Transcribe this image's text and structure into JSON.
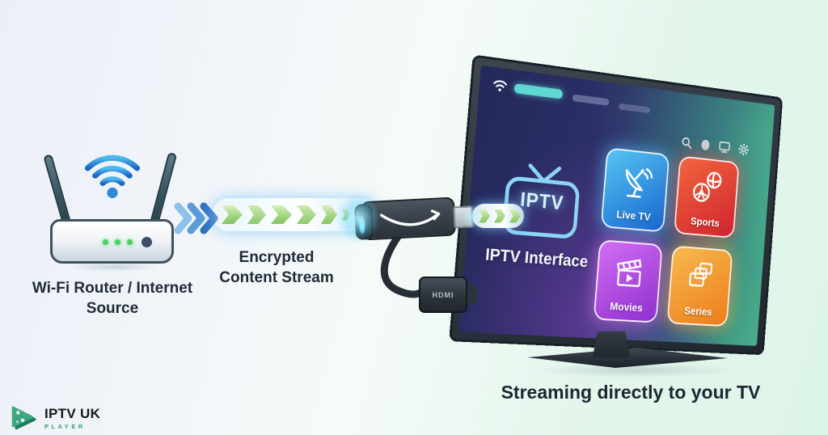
{
  "labels": {
    "router": "Wi-Fi Router / Internet Source",
    "stream": "Encrypted Content Stream",
    "caption": "Streaming directly to your TV"
  },
  "router": {
    "led_color": "#4fd065",
    "wifi_color": "#2f8ad6"
  },
  "stream": {
    "packet_color": "#9ed47c",
    "arrow_color": "#3a7fd0"
  },
  "stick": {
    "hdmi_label": "HDMI",
    "brand_mark": "amazon-smile-icon"
  },
  "tv": {
    "logo_text": "IPTV",
    "interface_label": "IPTV Interface",
    "status_icons": [
      "wifi-icon"
    ],
    "nav_pills": 3,
    "topbar_icons": [
      "search-icon",
      "profile-icon",
      "display-icon",
      "settings-icon"
    ],
    "accent_pill_color": "#5fd8d2",
    "tiles": [
      {
        "label": "Live TV",
        "icon": "satellite-dish-icon",
        "color_from": "#55c4f2",
        "color_to": "#1667cf",
        "glow": "rgba(80,180,245,0.65)"
      },
      {
        "label": "Sports",
        "icon": "sports-balls-icon",
        "color_from": "#f2653c",
        "color_to": "#cf2430",
        "glow": "rgba(240,90,70,0.6)"
      },
      {
        "label": "Movies",
        "icon": "clapperboard-icon",
        "color_from": "#d36df2",
        "color_to": "#8e2fd0",
        "glow": "rgba(214,110,245,0.6)"
      },
      {
        "label": "Series",
        "icon": "stacked-screens-icon",
        "color_from": "#f6b94d",
        "color_to": "#ee7d1c",
        "glow": "rgba(247,166,62,0.65)"
      }
    ]
  },
  "brand": {
    "name": "IPTV UK",
    "sub": "PLAYER",
    "accent": "#3ba881"
  }
}
